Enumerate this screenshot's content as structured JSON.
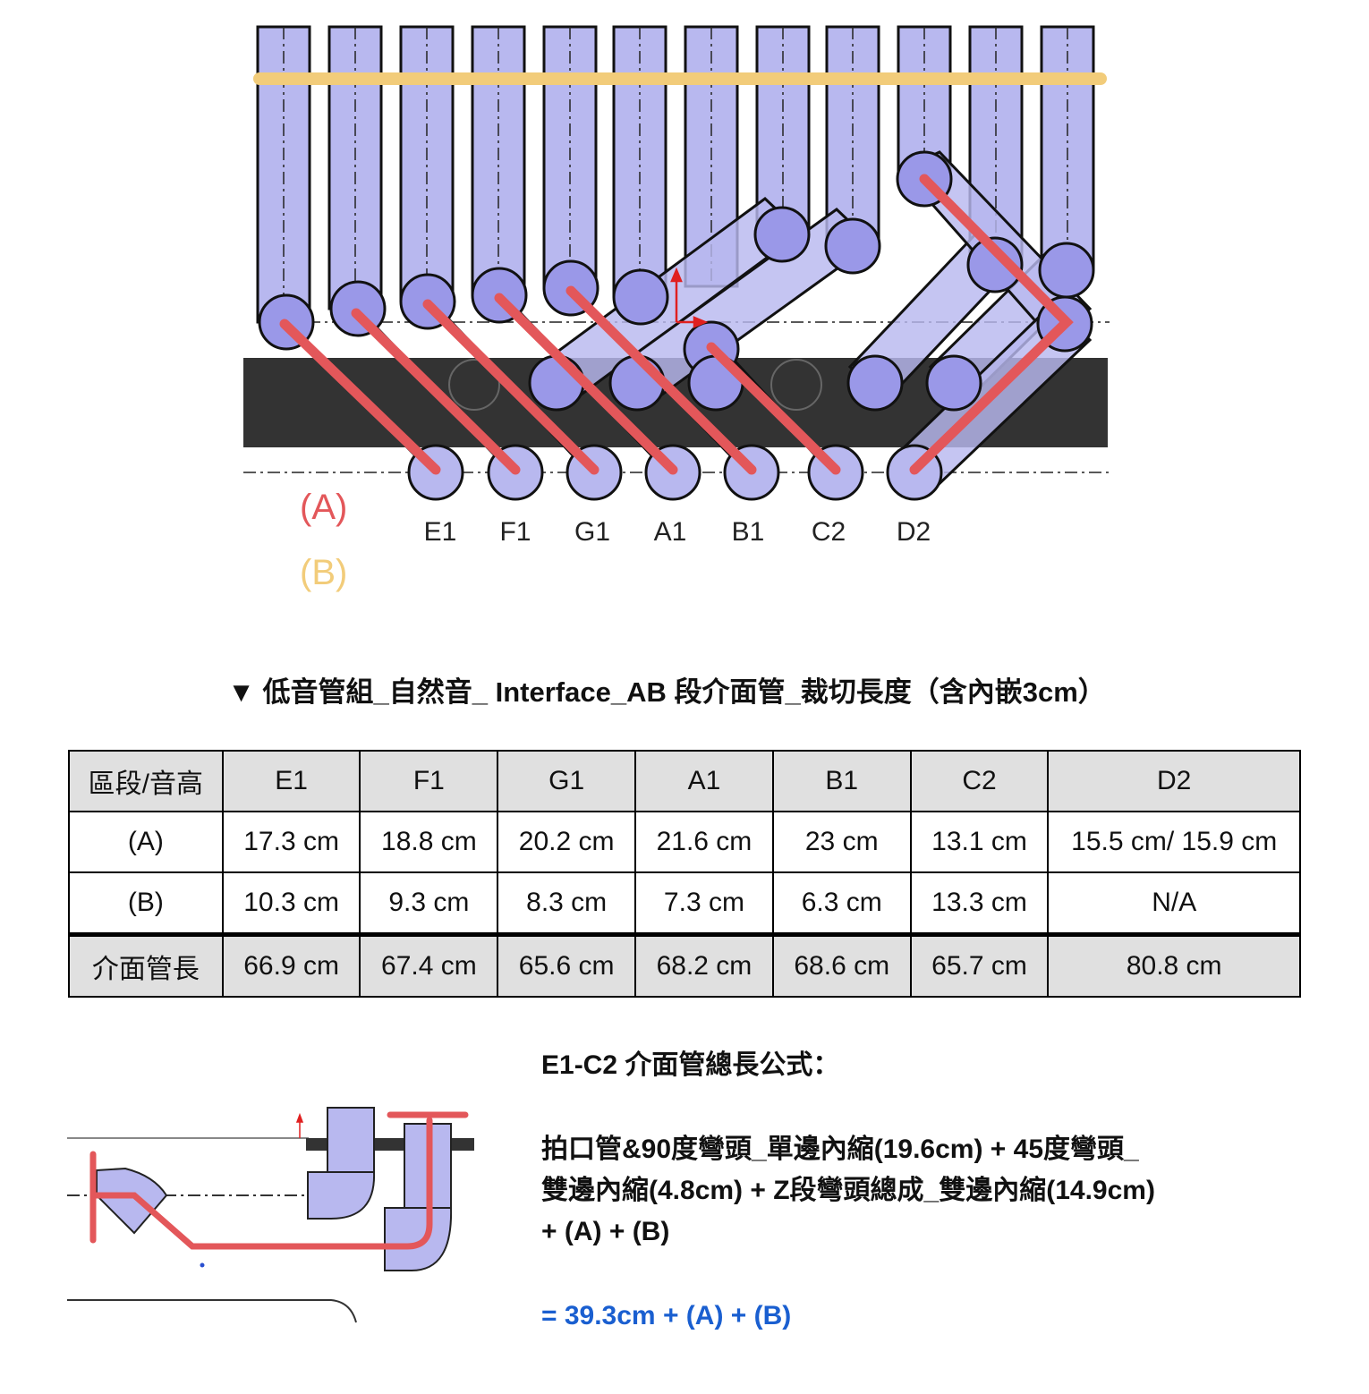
{
  "diagram": {
    "legend_a": "(A)",
    "legend_b": "(B)",
    "legend_a_color": "#e3575a",
    "legend_b_color": "#f2cc7a",
    "note_labels": [
      "E1",
      "F1",
      "G1",
      "A1",
      "B1",
      "C2",
      "D2"
    ],
    "pipe_color": "#b8b8ef",
    "end_color": "#9a98e8",
    "plate_color": "#333333"
  },
  "section": {
    "title": "▼ 低音管組_自然音_ Interface_AB 段介面管_裁切長度（含內嵌3cm）"
  },
  "table": {
    "header": [
      "區段/音高",
      "E1",
      "F1",
      "G1",
      "A1",
      "B1",
      "C2",
      "D2"
    ],
    "rows": [
      [
        "(A)",
        "17.3 cm",
        "18.8 cm",
        "20.2 cm",
        "21.6 cm",
        "23 cm",
        "13.1 cm",
        "15.5 cm/ 15.9 cm"
      ],
      [
        "(B)",
        "10.3 cm",
        "9.3 cm",
        "8.3 cm",
        "7.3 cm",
        "6.3 cm",
        "13.3 cm",
        "N/A"
      ]
    ],
    "total": [
      "介面管長",
      "66.9 cm",
      "67.4 cm",
      "65.6 cm",
      "68.2 cm",
      "68.6 cm",
      "65.7 cm",
      "80.8 cm"
    ]
  },
  "formula": {
    "title": "E1-C2 介面管總長公式：",
    "line1": "拍口管&90度彎頭_單邊內縮(19.6cm) + 45度彎頭_",
    "line2": "雙邊內縮(4.8cm) + Z段彎頭總成_雙邊內縮(14.9cm)",
    "line3": "+ (A) + (B)",
    "result": "= 39.3cm + (A) + (B)",
    "result_color": "#1a5fd0"
  }
}
